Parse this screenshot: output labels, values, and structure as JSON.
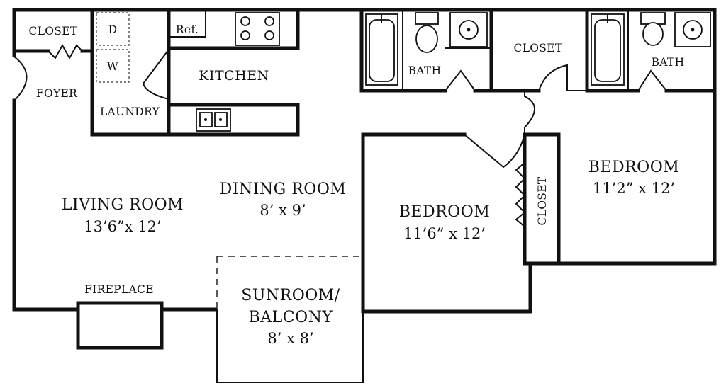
{
  "rooms": {
    "closet_entry": "CLOSET",
    "dryer": "D",
    "washer": "W",
    "refrigerator": "Ref.",
    "kitchen": "KITCHEN",
    "foyer": "FOYER",
    "laundry": "LAUNDRY",
    "bath_1": "BATH",
    "closet_hall": "CLOSET",
    "bath_2": "BATH",
    "living_room": "LIVING ROOM",
    "living_room_dim": "13’6”x 12’",
    "dining_room": "DINING ROOM",
    "dining_room_dim": "8’ x 9’",
    "bedroom_1": "BEDROOM",
    "bedroom_1_dim": "11’6” x 12’",
    "closet_bedroom": "CLOSET",
    "bedroom_2": "BEDROOM",
    "bedroom_2_dim": "11’2” x 12’",
    "fireplace": "FIREPLACE",
    "sunroom_line1": "SUNROOM/",
    "sunroom_line2": "BALCONY",
    "sunroom_dim": "8’ x 8’"
  }
}
